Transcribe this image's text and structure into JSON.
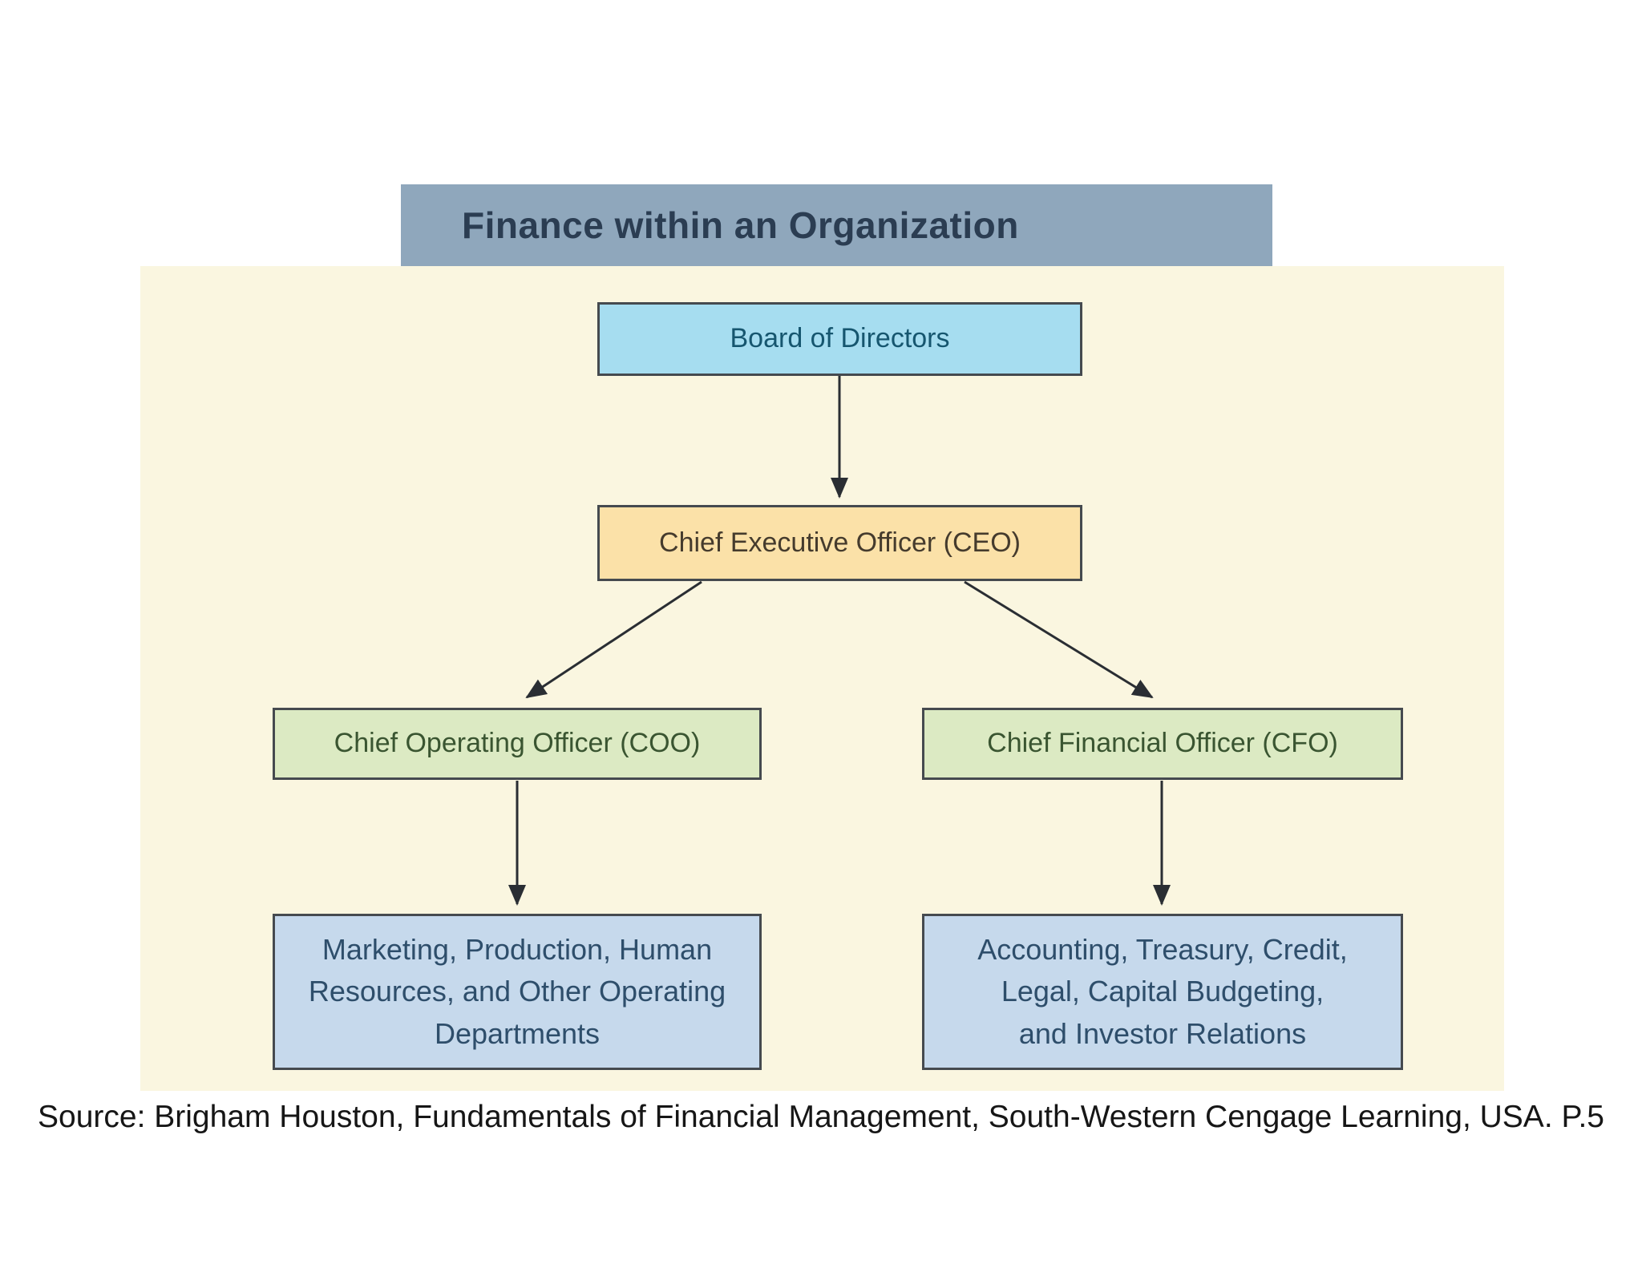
{
  "title": "Finance within an Organization",
  "nodes": {
    "board": {
      "label": "Board of Directors"
    },
    "ceo": {
      "label": "Chief Executive Officer (CEO)"
    },
    "coo": {
      "label": "Chief Operating Officer (COO)"
    },
    "cfo": {
      "label": "Chief Financial Officer (CFO)"
    },
    "operating_departments": {
      "label": "Marketing, Production, Human Resources, and Other Operating Departments",
      "lines": [
        "Marketing, Production, Human",
        "Resources, and Other Operating",
        "Departments"
      ]
    },
    "finance_functions": {
      "label": "Accounting, Treasury, Credit, Legal, Capital Budgeting, and Investor Relations",
      "lines": [
        "Accounting, Treasury, Credit,",
        "Legal, Capital Budgeting,",
        "and Investor Relations"
      ]
    }
  },
  "edges": [
    {
      "from": "board",
      "to": "ceo"
    },
    {
      "from": "ceo",
      "to": "coo"
    },
    {
      "from": "ceo",
      "to": "cfo"
    },
    {
      "from": "coo",
      "to": "operating_departments"
    },
    {
      "from": "cfo",
      "to": "finance_functions"
    }
  ],
  "source": "Source: Brigham Houston, Fundamentals of Financial Management, South-Western Cengage Learning, USA. P.5",
  "colors": {
    "title_bar_bg": "#8fa7bc",
    "title_text": "#2b3d52",
    "panel_bg": "#faf6e0",
    "board_fill": "#a6ddf0",
    "board_text": "#16566f",
    "ceo_fill": "#fbe1a8",
    "ceo_text": "#453b2d",
    "officer_fill": "#dceac3",
    "officer_text": "#3a5531",
    "department_fill": "#c6d9ec",
    "department_text": "#2e4e6b",
    "box_border": "#454a4f",
    "arrow": "#2a2e33"
  }
}
